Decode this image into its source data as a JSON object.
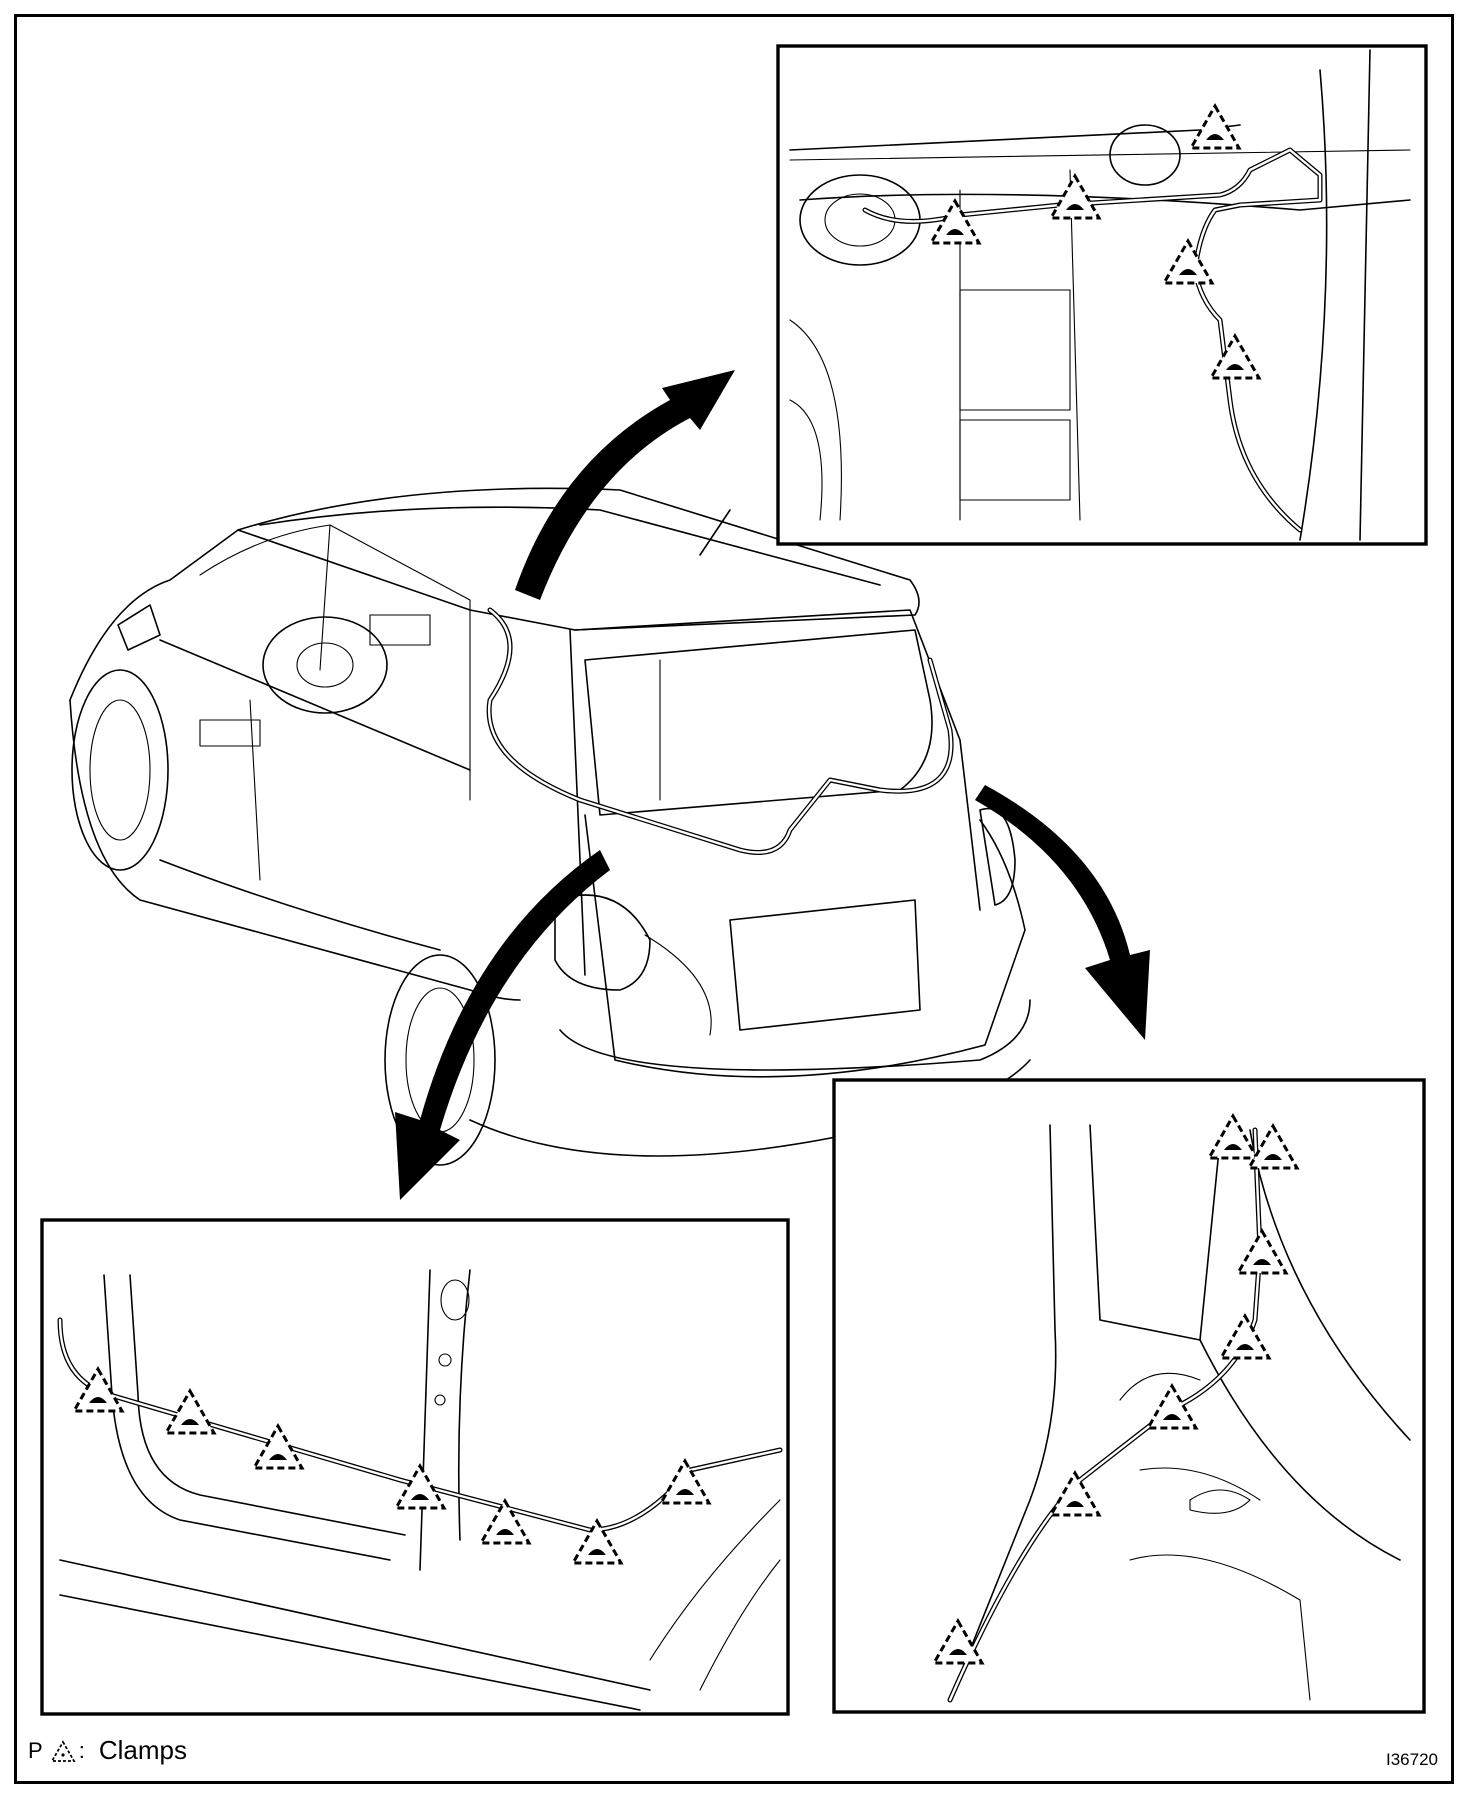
{
  "legend": {
    "prefix": "P",
    "separator": ":",
    "icon": "dashed-triangle-clamp-icon",
    "label": "Clamps"
  },
  "figure_code": "I36720",
  "colors": {
    "line": "#000000",
    "background": "#ffffff"
  }
}
